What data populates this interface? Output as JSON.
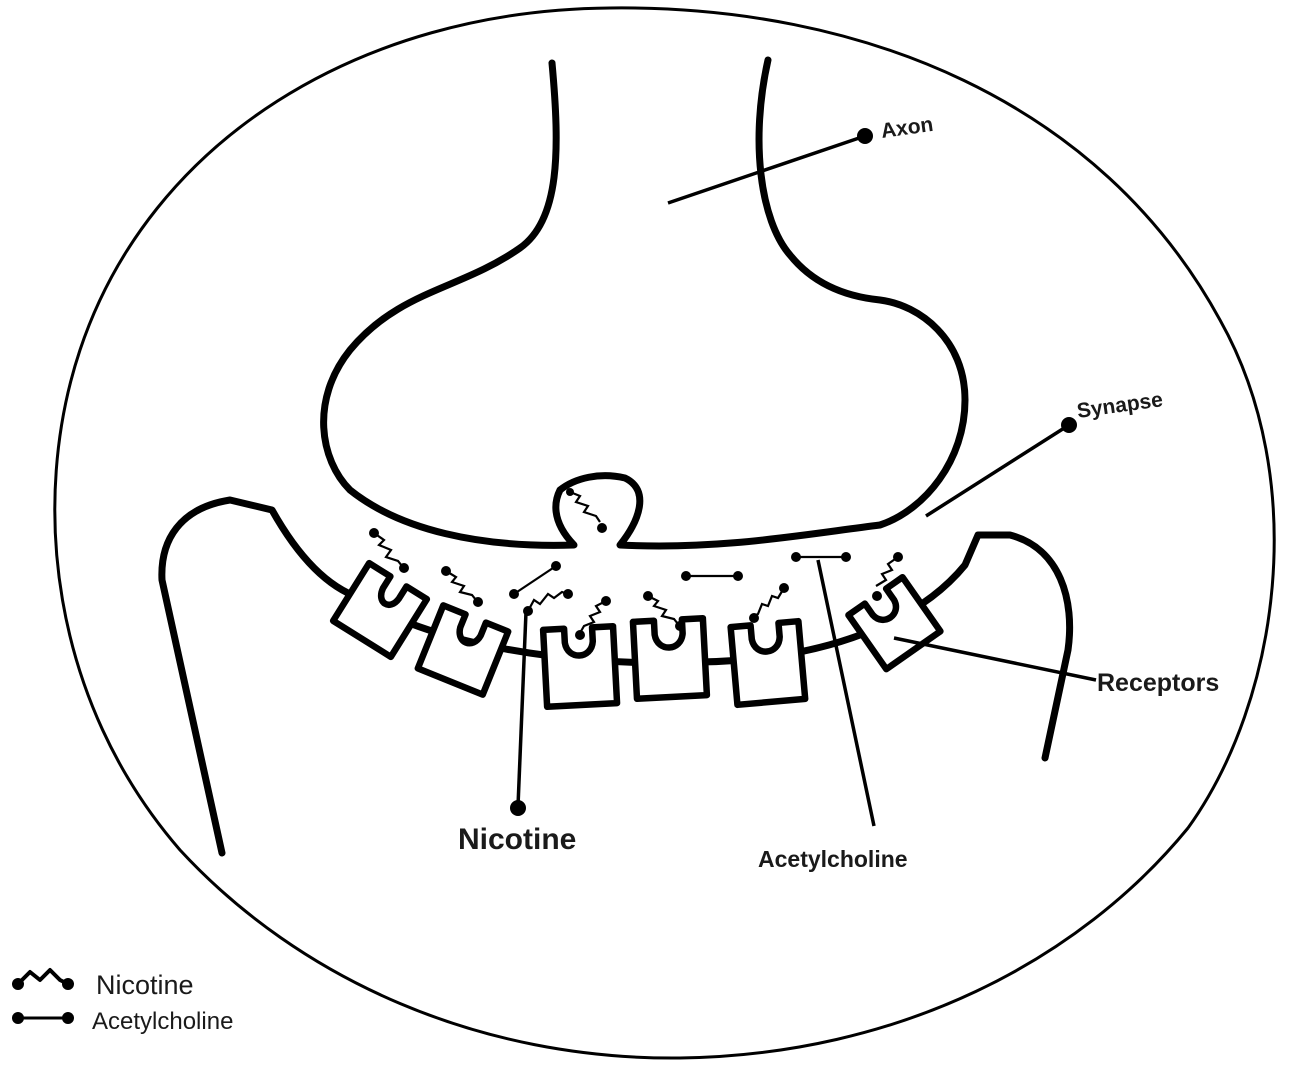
{
  "labels": {
    "axon": "Axon",
    "synapse": "Synapse",
    "receptors": "Receptors",
    "nicotine": "Nicotine",
    "acetylcholine": "Acetylcholine"
  },
  "legend": [
    {
      "symbol": "nicotine-icon",
      "label": "Nicotine"
    },
    {
      "symbol": "acetylcholine-icon",
      "label": "Acetylcholine"
    }
  ],
  "colors": {
    "ink": "#000000",
    "background": "#ffffff"
  }
}
